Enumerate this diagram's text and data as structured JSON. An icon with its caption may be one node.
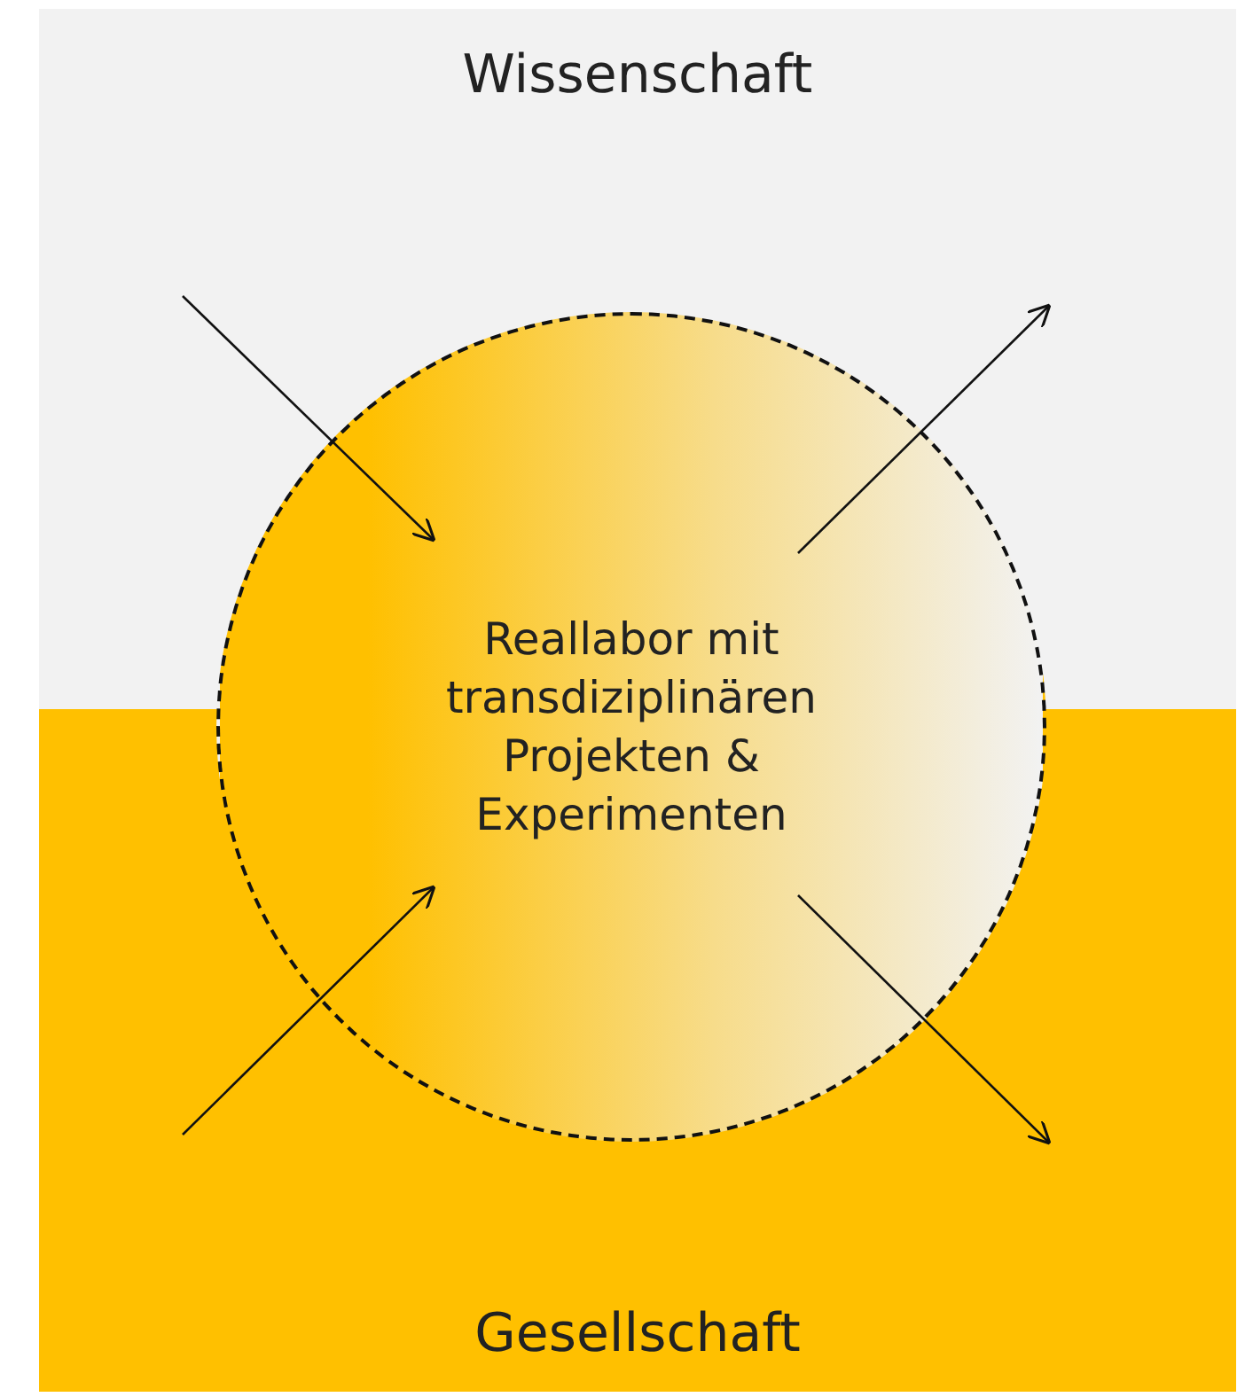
{
  "diagram": {
    "nodes": [
      {
        "text": [
          "Wissenschaft"
        ]
      },
      {
        "text": [
          "Gesellschaft"
        ]
      },
      {
        "text": [
          "Reallabor mit transdiziplinären Projekten & Experimenten"
        ]
      }
    ],
    "edges": [
      {
        "from": 0,
        "to": 2,
        "arrow": "to"
      },
      {
        "from": 1,
        "to": 2,
        "arrow": "to"
      },
      {
        "from": 2,
        "to": 0,
        "arrow": "to"
      },
      {
        "from": 2,
        "to": 1,
        "arrow": "to"
      }
    ]
  }
}
